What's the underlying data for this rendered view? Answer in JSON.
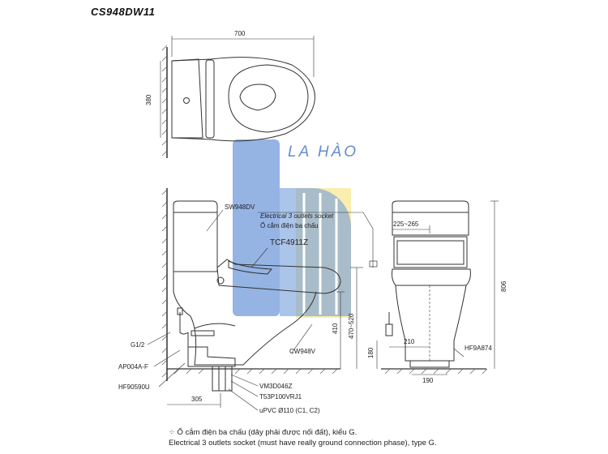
{
  "title": "CS948DW11",
  "watermark": "LA HÀO",
  "dimensions": {
    "top_width": "700",
    "top_depth": "380",
    "height_410": "410",
    "height_470_520": "470~520",
    "side_305": "305",
    "front_225_265": "225~265",
    "front_806": "806",
    "front_210": "210",
    "front_180": "180",
    "front_190": "190"
  },
  "parts": {
    "tank": "SW948DV",
    "socket_en": "Electrical 3 outlets socket",
    "socket_vi": "Ổ cắm điện ba chấu",
    "seat": "TCF4911Z",
    "bowl": "CW948V",
    "valve": "G1/2",
    "ap": "AP004A-F",
    "hf_side": "HF90590U",
    "vm": "VM3D046Z",
    "t53": "T53P100VRJ1",
    "upvc": "uPVC Ø110 (C1, C2)",
    "hf_front": "HF9A874"
  },
  "note": {
    "icon": "socket-icon",
    "line1": "Ổ cắm điện ba chấu (dây phải được nối đất), kiểu G.",
    "line2": "Electrical 3 outlets socket (must have really ground connection phase), type G."
  },
  "colors": {
    "watermark_blue": "#5a8ad6",
    "watermark_yellow": "#f6e27a",
    "line": "#333333"
  }
}
